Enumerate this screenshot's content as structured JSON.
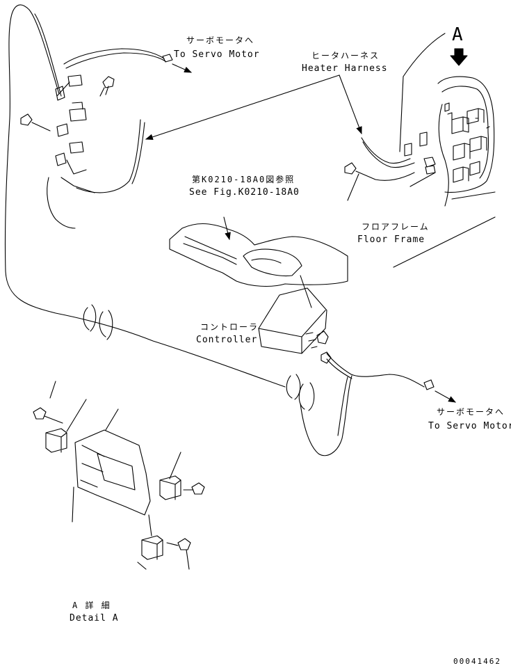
{
  "labels": {
    "servo_top_jp": "サーボモータへ",
    "servo_top_en": "To Servo Motor",
    "heater_jp": "ヒータハーネス",
    "heater_en": "Heater Harness",
    "fig_ref_jp": "第K0210-18A0図参照",
    "fig_ref_en": "See Fig.K0210-18A0",
    "floor_jp": "フロアフレーム",
    "floor_en": "Floor Frame",
    "controller_jp": "コントローラ",
    "controller_en": "Controller",
    "servo_bottom_jp": "サーボモータへ",
    "servo_bottom_en": "To Servo Motor",
    "detail_jp": "A 詳 細",
    "detail_en": "Detail A",
    "callout": "A",
    "doc_number": "00041462"
  }
}
